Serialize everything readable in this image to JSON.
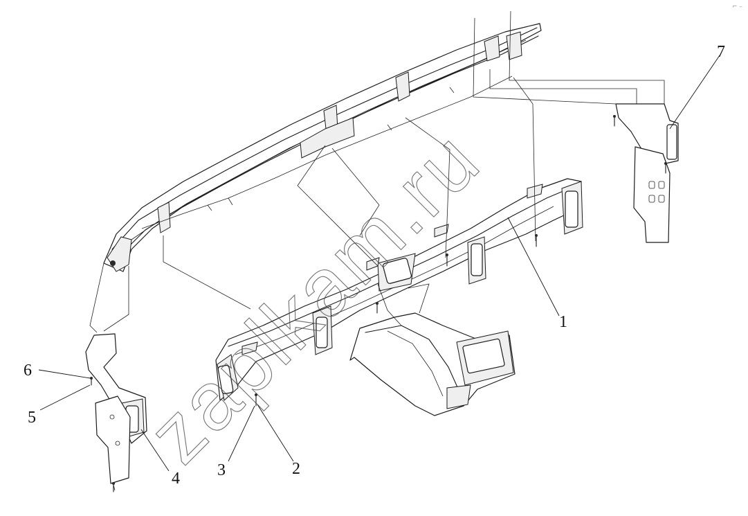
{
  "watermark": "zaplkam.ru",
  "corner_mark": "⌐ –",
  "callouts": [
    {
      "id": "1",
      "label": "1"
    },
    {
      "id": "2",
      "label": "2"
    },
    {
      "id": "3",
      "label": "3"
    },
    {
      "id": "4",
      "label": "4"
    },
    {
      "id": "5",
      "label": "5"
    },
    {
      "id": "6",
      "label": "6"
    },
    {
      "id": "7",
      "label": "7"
    }
  ],
  "colors": {
    "line": "#1a1a1a",
    "background": "#ffffff",
    "fill_light": "#efefef"
  }
}
